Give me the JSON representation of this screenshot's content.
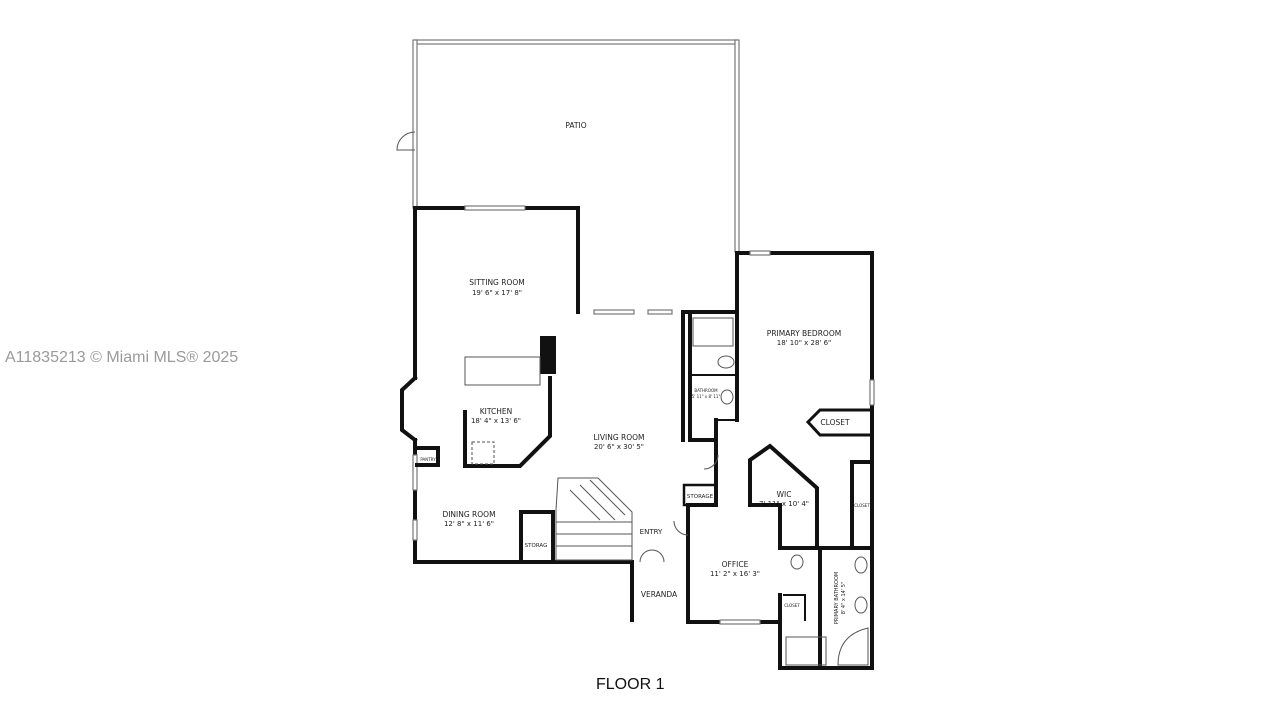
{
  "watermark": "A11835213 © Miami MLS® 2025",
  "floor_label": "FLOOR 1",
  "rooms": {
    "patio": {
      "name": "PATIO"
    },
    "sitting_room": {
      "name": "SITTING ROOM",
      "dims": "19' 6\" x 17' 8\""
    },
    "kitchen": {
      "name": "KITCHEN",
      "dims": "18' 4\" x 13' 6\""
    },
    "pantry": {
      "name": "PANTRY"
    },
    "dining_room": {
      "name": "DINING ROOM",
      "dims": "12' 8\" x 11' 6\""
    },
    "storage_dining": {
      "name": "STORAG"
    },
    "living_room": {
      "name": "LIVING ROOM",
      "dims": "20' 6\" x 30' 5\""
    },
    "entry": {
      "name": "ENTRY"
    },
    "veranda": {
      "name": "VERANDA"
    },
    "storage_hall": {
      "name": "STORAGE"
    },
    "office": {
      "name": "OFFICE",
      "dims": "11' 2\" x 16' 3\""
    },
    "bathroom": {
      "name": "BATHROOM",
      "dims": "5' 11\" x 8' 11\""
    },
    "primary_bedroom": {
      "name": "PRIMARY BEDROOM",
      "dims": "18' 10\" x 28' 6\""
    },
    "closet_bedroom": {
      "name": "CLOSET"
    },
    "wic": {
      "name": "WIC",
      "dims": "7' 11\" x 10' 4\""
    },
    "closet_wic": {
      "name": "CLOSET"
    },
    "closet_bath": {
      "name": "CLOSET"
    },
    "primary_bathroom": {
      "name": "PRIMARY BATHROOM",
      "dims": "8' 4\" x 14' 5\""
    }
  }
}
